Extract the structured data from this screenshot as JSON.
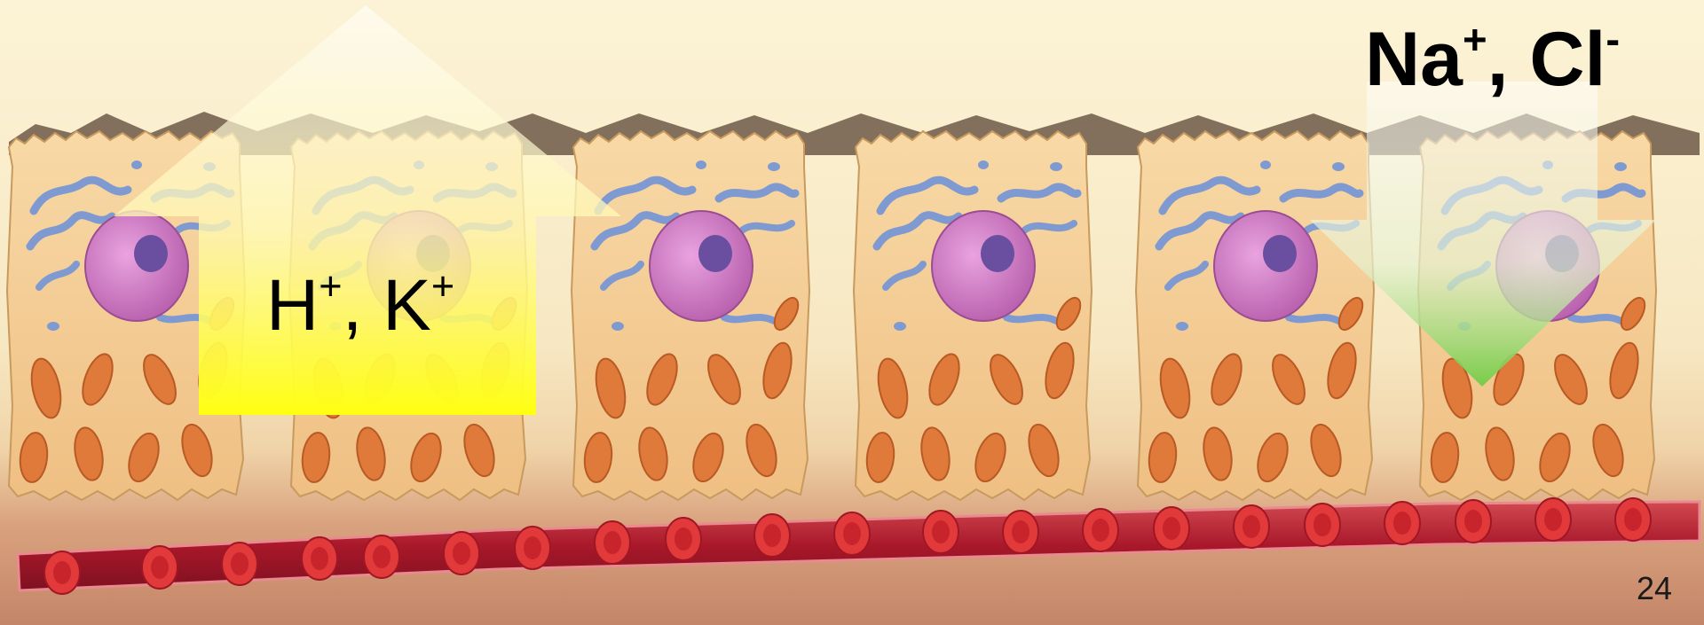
{
  "slide": {
    "page_number": "24"
  },
  "labels": {
    "hk": {
      "part1": "H",
      "sup1": "+",
      "sep": ", ",
      "part2": "K",
      "sup2": "+"
    },
    "nacl": {
      "part1": "Na",
      "sup1": "+",
      "sep": ", ",
      "part2": "Cl",
      "sup2": "-"
    }
  },
  "colors": {
    "cell_cytoplasm": "#f3c98e",
    "nucleus": "#c86fc0",
    "nucleolus": "#6a4ea0",
    "mitochondria": "#e07a3a",
    "er": "#7f9ad0",
    "blood_vessel": "#b3202a",
    "red_blood_cell": "#e23a3a",
    "arrow_up_fill_bottom": "#ffff1a",
    "arrow_down_fill_bottom": "#7ccf4a"
  }
}
